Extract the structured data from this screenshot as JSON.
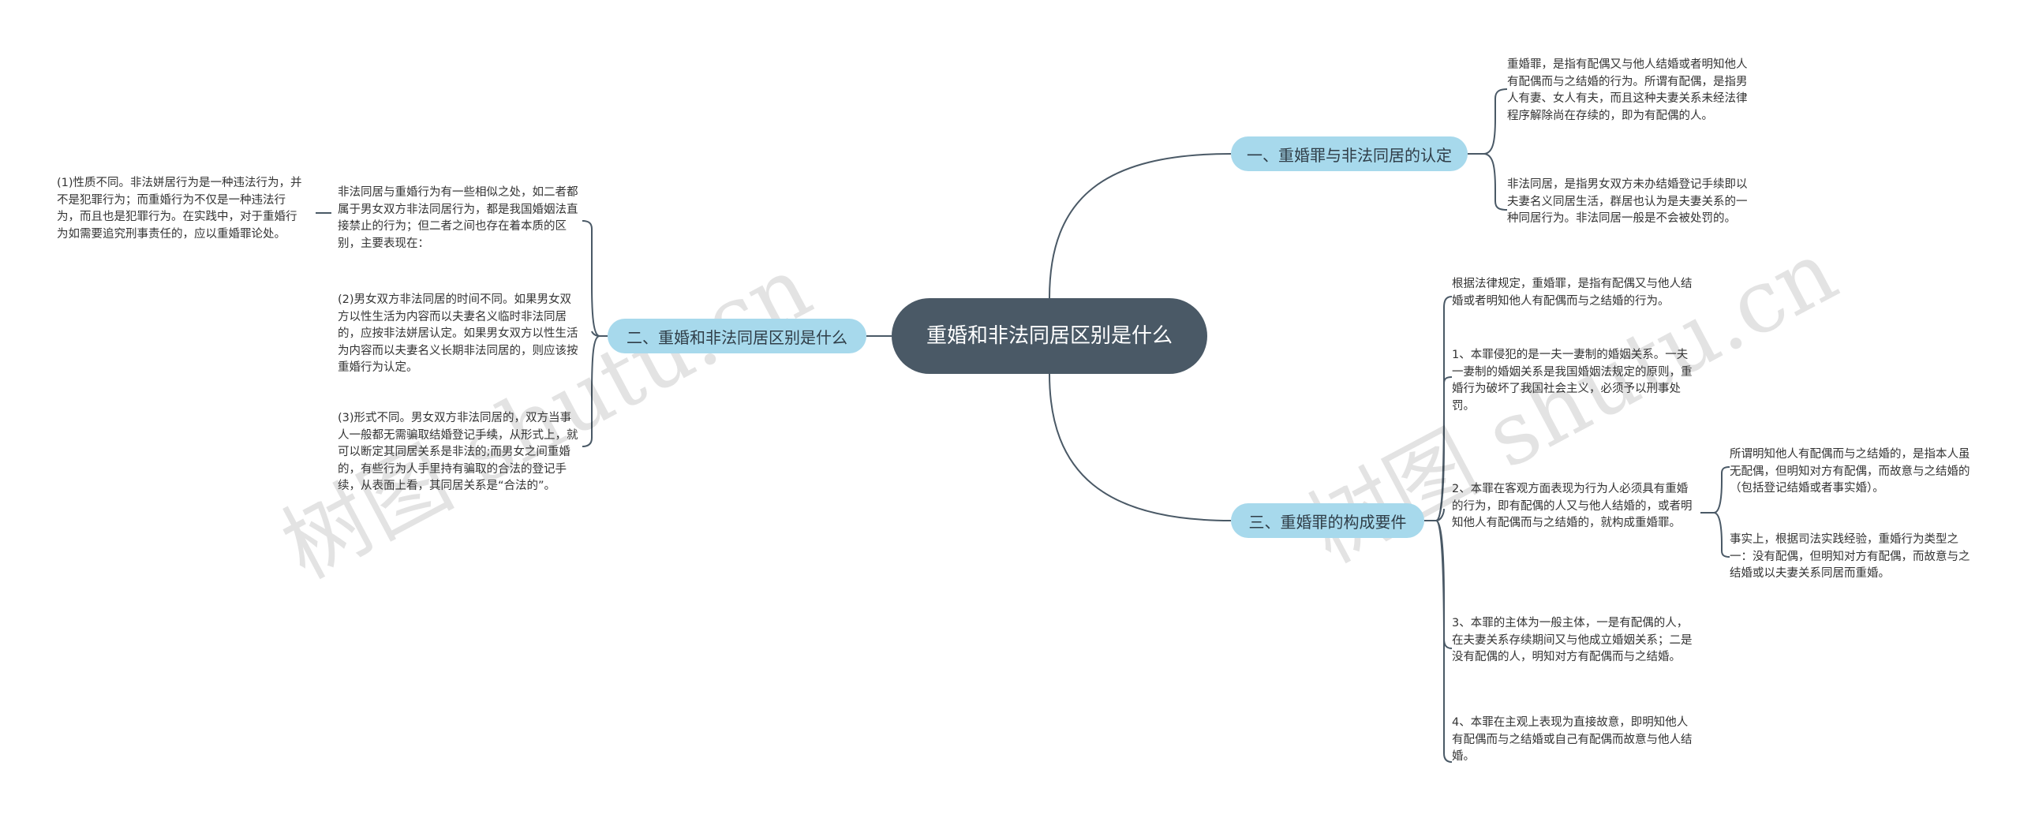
{
  "central": "重婚和非法同居区别是什么",
  "branches": {
    "b1": "一、重婚罪与非法同居的认定",
    "b2": "二、重婚和非法同居区别是什么",
    "b3": "三、重婚罪的构成要件"
  },
  "leaves": {
    "b1_1": "重婚罪，是指有配偶又与他人结婚或者明知他人有配偶而与之结婚的行为。所谓有配偶，是指男人有妻、女人有夫，而且这种夫妻关系未经法律程序解除尚在存续的，即为有配偶的人。",
    "b1_2": "非法同居，是指男女双方未办结婚登记手续即以夫妻名义同居生活，群居也认为是夫妻关系的一种同居行为。非法同居一般是不会被处罚的。",
    "b2_intro": "非法同居与重婚行为有一些相似之处，如二者都属于男女双方非法同居行为，都是我国婚姻法直接禁止的行为；但二者之间也存在着本质的区别，主要表现在：",
    "b2_1": "(1)性质不同。非法姘居行为是一种违法行为，并不是犯罪行为；而重婚行为不仅是一种违法行为，而且也是犯罪行为。在实践中，对于重婚行为如需要追究刑事责任的，应以重婚罪论处。",
    "b2_2": "(2)男女双方非法同居的时间不同。如果男女双方以性生活为内容而以夫妻名义临时非法同居的，应按非法姘居认定。如果男女双方以性生活为内容而以夫妻名义长期非法同居的，则应该按重婚行为认定。",
    "b2_3": "(3)形式不同。男女双方非法同居的，双方当事人一般都无需骗取结婚登记手续，从形式上，就可以断定其同居关系是非法的;而男女之间重婚的，有些行为人手里持有骗取的合法的登记手续，从表面上看，其同居关系是“合法的”。",
    "b3_0": "根据法律规定，重婚罪，是指有配偶又与他人结婚或者明知他人有配偶而与之结婚的行为。",
    "b3_1": "1、本罪侵犯的是一夫一妻制的婚姻关系。一夫一妻制的婚姻关系是我国婚姻法规定的原则，重婚行为破坏了我国社会主义，必须予以刑事处罚。",
    "b3_2": "2、本罪在客观方面表现为行为人必须具有重婚的行为，即有配偶的人又与他人结婚的，或者明知他人有配偶而与之结婚的，就构成重婚罪。",
    "b3_2a": "所谓明知他人有配偶而与之结婚的，是指本人虽无配偶，但明知对方有配偶，而故意与之结婚的（包括登记结婚或者事实婚）。",
    "b3_2b": "事实上，根据司法实践经验，重婚行为类型之一：没有配偶，但明知对方有配偶，而故意与之结婚或以夫妻关系同居而重婚。",
    "b3_3": "3、本罪的主体为一般主体，一是有配偶的人，在夫妻关系存续期间又与他成立婚姻关系；二是没有配偶的人，明知对方有配偶而与之结婚。",
    "b3_4": "4、本罪在主观上表现为直接故意，即明知他人有配偶而与之结婚或自己有配偶而故意与他人结婚。"
  },
  "watermark": "树图 shutu.cn",
  "colors": {
    "central": "#4a5966",
    "branch": "#a7d9ec",
    "line": "#4a5966"
  }
}
